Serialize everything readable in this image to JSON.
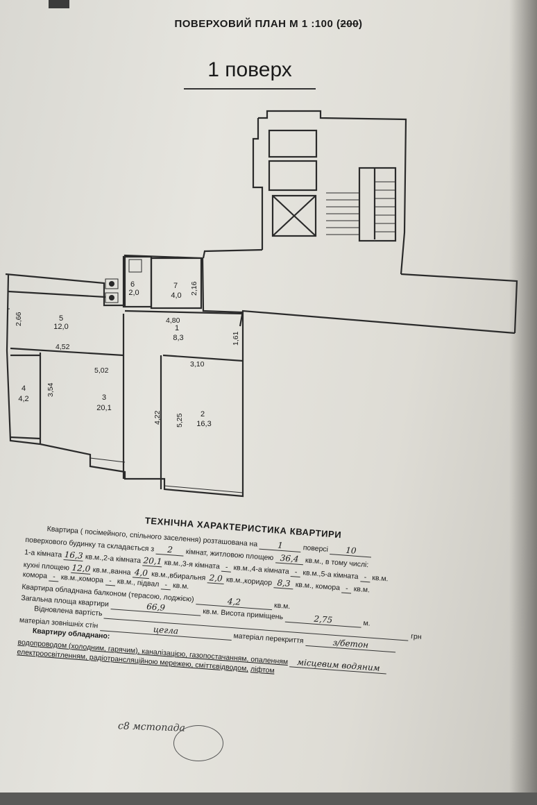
{
  "header": {
    "plan_title": "ПОВЕРХОВИЙ ПЛАН М 1 :100 (",
    "plan_scale_struck": "200",
    "plan_title_end": ")",
    "floor_label": "1 поверх"
  },
  "plan": {
    "rooms": [
      {
        "id": "1",
        "area": "8,3"
      },
      {
        "id": "2",
        "area": "16,3"
      },
      {
        "id": "3",
        "area": "20,1"
      },
      {
        "id": "4",
        "area": "4,2"
      },
      {
        "id": "5",
        "area": "12,0"
      },
      {
        "id": "6",
        "area": "2,0"
      },
      {
        "id": "7",
        "area": "4,0"
      }
    ],
    "dimensions": [
      "2,66",
      "4,52",
      "5,02",
      "3,54",
      "4,22",
      "5,25",
      "3,10",
      "4,80",
      "1,61",
      "2,16"
    ]
  },
  "tech": {
    "title": "ТЕХНІЧНА ХАРАКТЕРИСТИКА КВАРТИРИ",
    "line1_a": "Квартира ( посімейного, спільного заселення) розташована на",
    "line1_v_floor": "1",
    "line1_b": "поверсі",
    "line1_v_storeys": "10",
    "line2_a": "поверхового будинку та складається з",
    "line2_v_rooms": "2",
    "line2_b": "кімнат, житловою площею",
    "line2_v_living": "36,4",
    "line2_c": "кв.м., в тому числі:",
    "line3_a": "1-а кімната",
    "line3_v_r1": "16,3",
    "line3_b": "кв.м.,2-а кімната",
    "line3_v_r2": "20,1",
    "line3_c": "кв.м.,3-я кімната",
    "line3_v_r3": "-",
    "line3_d": "кв.м.,4-а кімната",
    "line3_v_r4": "-",
    "line3_e": "кв.м.,5-а кімната",
    "line3_v_r5": "-",
    "line3_f": "кв.м.",
    "line4_a": "кухні площею",
    "line4_v_kitchen": "12,0",
    "line4_b": "кв.м.,ванна",
    "line4_v_bath": "4,0",
    "line4_c": "кв.м.,вбиральня",
    "line4_v_wc": "2,0",
    "line4_d": "кв.м.,коридор",
    "line4_v_corr": "8,3",
    "line4_e": "кв.м., комора",
    "line4_v_store1": "-",
    "line4_f": "кв.м.",
    "line5_a": "комора",
    "line5_v_store2": "-",
    "line5_b": "кв.м.,комора",
    "line5_v_store3": "-",
    "line5_c": "кв.м., підвал",
    "line5_v_cellar": "-",
    "line5_d": "кв.м.",
    "line6": "Квартира обладнана балконом (терасою, лоджією)",
    "line6_v_balcony": "4,2",
    "line6_unit": "кв.м.",
    "line7_a": "Загальна площа квартири",
    "line7_v_total": "66,9",
    "line7_b": "кв.м. Висота приміщень",
    "line7_v_height": "2,75",
    "line7_unit": "м.",
    "line8_a": "Відновлена вартість",
    "line8_unit": "грн",
    "line9_a": "матеріал зовнішніх стін",
    "line9_v_walls": "цегла",
    "line9_b": "матеріал перекриття",
    "line9_v_floor": "з/бетон",
    "line10": "Квартиру обладнано:",
    "line11": "водопроводом (холодним, гарячим), каналізацією, газопостачанням, опаленням",
    "line11_v": "місцевим водяним",
    "line12_a": "електроосвітленням, радіотрансляційною мережею, сміттєвідводом,",
    "line12_b": "ліфтом"
  },
  "signature": {
    "text": "с8 мстопада"
  }
}
